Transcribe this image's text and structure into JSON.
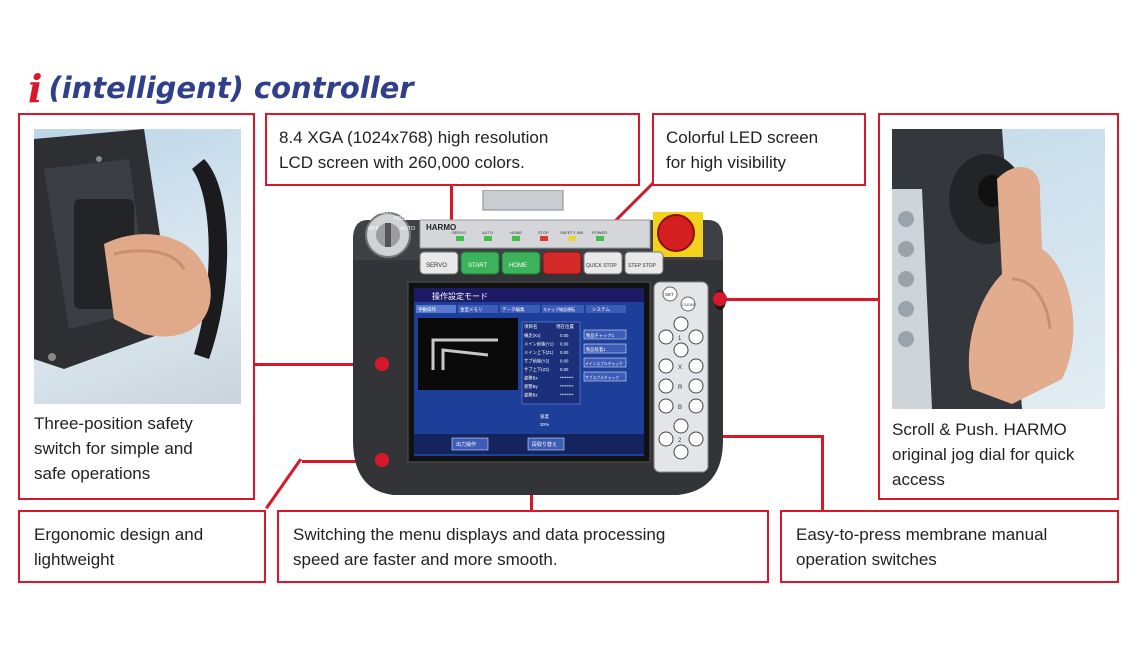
{
  "page": {
    "title_logo_letter": "i",
    "title_text": "(intelligent) controller"
  },
  "callouts": {
    "lcd": [
      "8.4 XGA (1024x768) high resolution",
      "LCD screen with 260,000 colors."
    ],
    "led": [
      "Colorful LED screen",
      "for high visibility"
    ],
    "safety": [
      "Three-position safety",
      "switch for simple and",
      "safe operations"
    ],
    "jog": [
      "Scroll & Push.  HARMO",
      "original jog dial for quick",
      "access"
    ],
    "ergonomic": [
      "Ergonomic design and",
      "lightweight"
    ],
    "menu": [
      "Switching the menu displays and data processing",
      "speed are faster and more smooth."
    ],
    "membrane": [
      "Easy-to-press membrane manual",
      "operation switches"
    ]
  },
  "device": {
    "brand": "HARMO",
    "key_labels": [
      "ROBOT",
      "PRG/MAN",
      "OFF",
      "AUTO"
    ],
    "led_labels": [
      "SERVO",
      "AUTO",
      "HOME",
      "STOP",
      "SAFETY SW.",
      "POWER"
    ],
    "button_labels": [
      "SERVO",
      "START",
      "HOME",
      "QUICK STOP",
      "STEP STOP"
    ],
    "screen_title": "操作設定モード",
    "tabs": [
      "手動操作",
      "金型メモリ",
      "データ編集",
      "ステップ確認運転",
      "システム"
    ],
    "table_header": [
      "項目名",
      "現在位置"
    ],
    "table_rows": [
      [
        "横走(Xx)",
        "0.00"
      ],
      [
        "メイン前後(Y1)",
        "0.00"
      ],
      [
        "メイン上下(Z1)",
        "0.00"
      ],
      [
        "サブ前後(Y2)",
        "0.00"
      ],
      [
        "サブ上下(Z2)",
        "0.00"
      ],
      [
        "姿勢Bx",
        "********"
      ],
      [
        "姿勢By",
        "********"
      ],
      [
        "姿勢Bz",
        "********"
      ]
    ],
    "side_buttons": [
      "製品チャック1",
      "製品吸着1",
      "メインスプルチャック",
      "サブスプルチャック"
    ],
    "speed_label": "速度",
    "speed_value": "30%",
    "bottom_buttons": [
      "出力操作",
      "段取り替え"
    ],
    "pad_labels": [
      "SET",
      "CLEAR",
      "X",
      "1",
      "2",
      "R",
      "B"
    ]
  }
}
